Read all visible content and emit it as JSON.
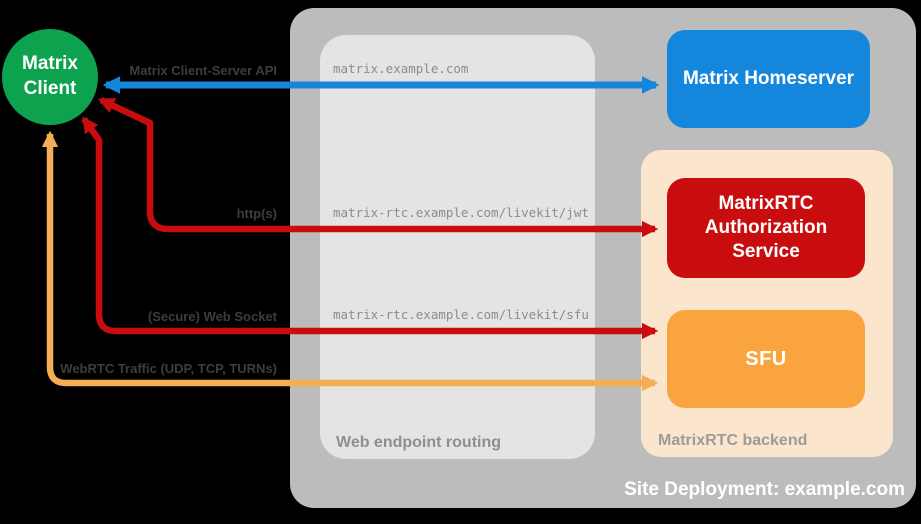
{
  "colors": {
    "background": "#000000",
    "green": "#0da24e",
    "blue": "#1486db",
    "red": "#c90d0f",
    "orange": "#f9a43e",
    "orange_arrow": "#f5ad56",
    "peach": "#fbe5cc",
    "container_gray": "#bcbcbc",
    "routing_gray": "#e4e4e4",
    "label_dark": "#3d3d3d",
    "label_gray": "#8c8c8c"
  },
  "client": {
    "label": "Matrix\nClient"
  },
  "site": {
    "title": "Site Deployment: example.com",
    "routing": {
      "label": "Web endpoint routing"
    },
    "backend": {
      "label": "MatrixRTC backend"
    },
    "homeserver": {
      "label": "Matrix Homeserver"
    },
    "authz": {
      "label": "MatrixRTC Authorization Service"
    },
    "sfu": {
      "label": "SFU"
    }
  },
  "flows": {
    "client_server": {
      "label": "Matrix Client-Server API",
      "endpoint": "matrix.example.com",
      "color": "blue"
    },
    "http": {
      "label": "http(s)",
      "endpoint": "matrix-rtc.example.com/livekit/jwt",
      "color": "red"
    },
    "websocket": {
      "label": "(Secure) Web Socket",
      "endpoint": "matrix-rtc.example.com/livekit/sfu",
      "color": "red"
    },
    "webrtc": {
      "label": "WebRTC Traffic (UDP, TCP, TURNs)",
      "color": "orange"
    }
  }
}
